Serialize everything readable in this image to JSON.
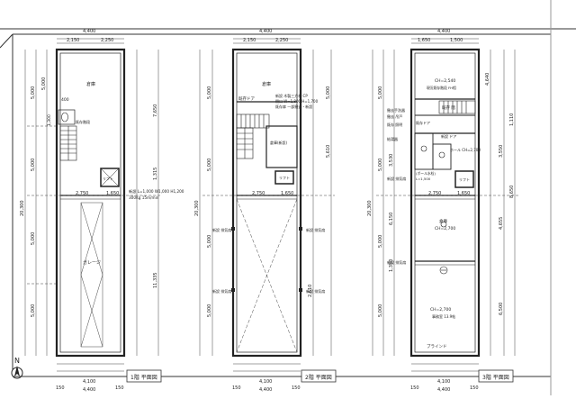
{
  "sheet": {
    "north_label": "N",
    "plans": [
      {
        "id": "1f",
        "title": "1階 平面図",
        "top_dims": [
          "4,400",
          "2,150",
          "2,250"
        ],
        "bottom_dims": [
          "150",
          "4,100",
          "150",
          "4,400"
        ],
        "left_dims": [
          "5,000",
          "5,000",
          "5,000",
          "20,300",
          "5,000",
          "5,000"
        ],
        "right_dims": [
          "7,650",
          "1,315",
          "11,335"
        ],
        "rooms": [
          {
            "key": "soko",
            "text": "倉庫"
          },
          {
            "key": "garage",
            "text": "ガレージ"
          },
          {
            "key": "lift",
            "text": "リフト"
          },
          {
            "key": "kaidan",
            "text": "既存階段"
          }
        ],
        "notes": [
          "新設 L=1,000 W1,000 H1,200",
          "300Kg 15m/min",
          "2,750",
          "1,650",
          "400",
          "1,300"
        ]
      },
      {
        "id": "2f",
        "title": "2階 平面図",
        "top_dims": [
          "4,400",
          "2,150",
          "2,250"
        ],
        "bottom_dims": [
          "150",
          "4,100",
          "150",
          "4,400"
        ],
        "left_dims": [
          "5,000",
          "5,000",
          "20,300",
          "5,000",
          "5,000"
        ],
        "right_dims": [
          "5,000",
          "5,610",
          "2,610"
        ],
        "rooms": [
          {
            "key": "soko",
            "text": "倉庫"
          },
          {
            "key": "soko_new",
            "text": "倉庫(新設)"
          },
          {
            "key": "lift",
            "text": "リフト"
          },
          {
            "key": "door",
            "text": "既存ドア"
          }
        ],
        "notes": [
          "新設 木製三方枠 CP",
          "開口 W=1,800 H=1,700",
          "既存扉 一部撤去・新設",
          "新設 排気扇",
          "新設 排気扇",
          "新設 排気扇",
          "新設 排気扇",
          "2,750",
          "1,650"
        ]
      },
      {
        "id": "3f",
        "title": "3階 平面図",
        "top_dims": [
          "4,400",
          "1,650",
          "1,500"
        ],
        "bottom_dims": [
          "150",
          "4,100",
          "150",
          "4,400"
        ],
        "left_dims": [
          "5,000",
          "3,530",
          "5,000",
          "6,150",
          "20,300",
          "5,000",
          "1,350",
          "5,000"
        ],
        "right_dims": [
          "4,640",
          "1,110",
          "3,550",
          "8,650",
          "4,655",
          "6,500"
        ],
        "rooms": [
          {
            "key": "top",
            "text": "CH=2,540"
          },
          {
            "key": "top2",
            "text": "現況既存階段 FH相"
          },
          {
            "key": "kaidan",
            "text": "既存 階"
          },
          {
            "key": "mid",
            "text": "倉庫"
          },
          {
            "key": "mid_ch",
            "text": "CH=2,700"
          },
          {
            "key": "bottom_ch",
            "text": "CH=2,700"
          },
          {
            "key": "bottom",
            "text": "事務室 13.9帖"
          },
          {
            "key": "lift",
            "text": "リフト"
          }
        ],
        "notes": [
          "撤去手洗器",
          "撤去 吊戸",
          "既存ドア",
          "新設 ドア",
          "既存 照明",
          "ホール CH=2,700",
          "給湯器",
          "新設 排気扇",
          "新設 排気扇",
          "(ボール水栓)",
          "L=1,500",
          "2,750",
          "1,650",
          "ブラインド"
        ]
      }
    ]
  }
}
